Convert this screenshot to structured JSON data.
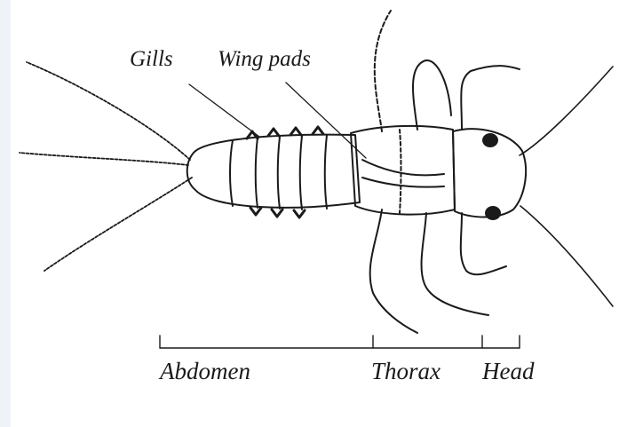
{
  "figure": {
    "callouts": {
      "gills": "Gills",
      "wing_pads": "Wing pads"
    },
    "segments": {
      "abdomen": "Abdomen",
      "thorax": "Thorax",
      "head": "Head"
    }
  },
  "colors": {
    "ink": "#1a1a1a",
    "page_bg": "#eef3f8",
    "panel_bg": "#ffffff"
  }
}
